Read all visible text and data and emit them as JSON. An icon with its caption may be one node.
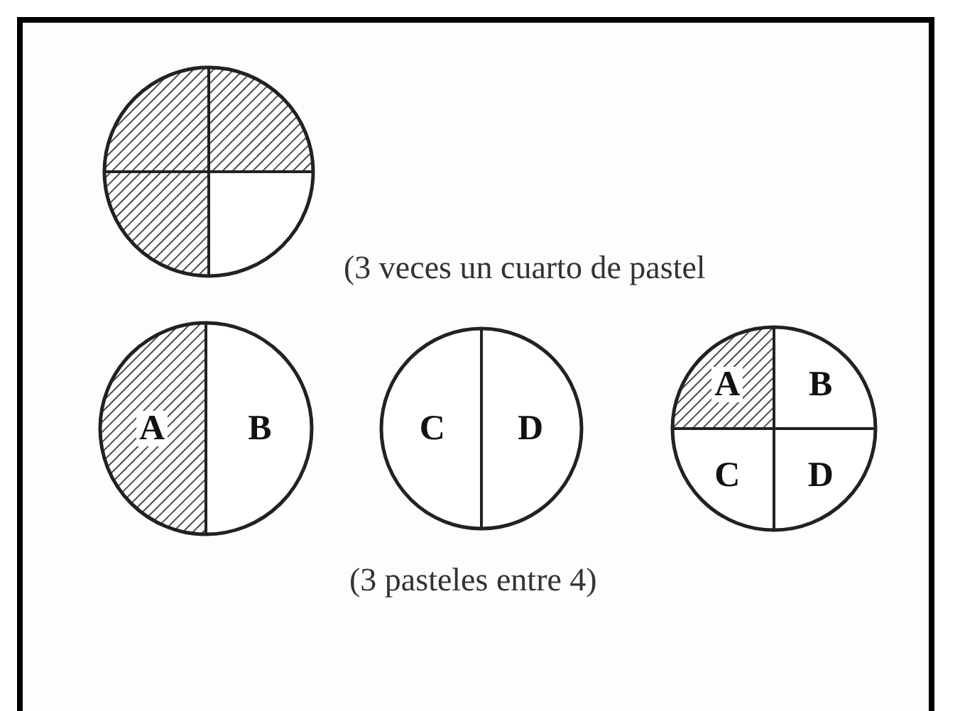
{
  "diagram": {
    "nodes": [
      {
        "text": [],
        "shape": "circle"
      },
      {
        "text": [
          "A",
          "B"
        ]
      },
      {
        "text": [
          "C",
          "D"
        ]
      },
      {
        "text": [
          "A",
          "B",
          "C",
          "D"
        ]
      }
    ],
    "labels": [
      "(3 veces un cuarto de pastel",
      "(3 pasteles entre 4)"
    ]
  }
}
